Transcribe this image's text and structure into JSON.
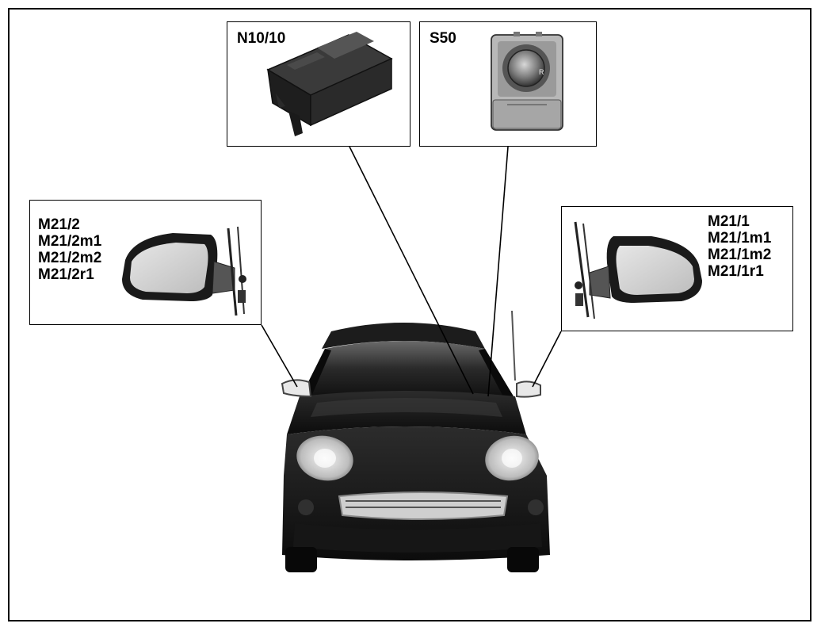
{
  "callouts": {
    "control_unit": {
      "label": "N10/10",
      "icon": "control-unit-module"
    },
    "switch": {
      "label": "S50",
      "icon": "mirror-adjustment-switch"
    },
    "left_mirror": {
      "labels": [
        "M21/2",
        "M21/2m1",
        "M21/2m2",
        "M21/2r1"
      ],
      "icon": "left-exterior-mirror"
    },
    "right_mirror": {
      "labels": [
        "M21/1",
        "M21/1m1",
        "M21/1m2",
        "M21/1r1"
      ],
      "icon": "right-exterior-mirror"
    }
  },
  "vehicle": {
    "icon": "smart-car-front-view"
  },
  "colors": {
    "line": "#000000",
    "background": "#ffffff",
    "car_body": "#1a1a1a"
  }
}
